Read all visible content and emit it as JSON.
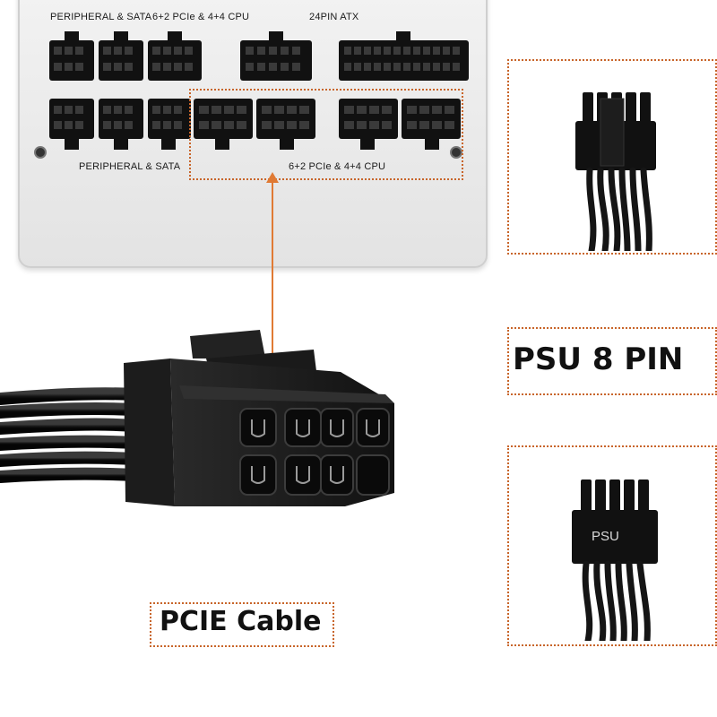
{
  "psu": {
    "top_labels": [
      "PERIPHERAL & SATA",
      "6+2 PCIe & 4+4 CPU",
      "24PIN ATX"
    ],
    "bottom_labels": [
      "PERIPHERAL & SATA",
      "6+2 PCIe & 4+4 CPU"
    ]
  },
  "captions": {
    "pcie_cable": "PCIE Cable",
    "psu_8pin": "PSU 8 PIN"
  },
  "connector_label": "PSU",
  "colors": {
    "accent_dotted": "#c8652a",
    "arrow": "#e07a34",
    "plastic": "#111111"
  }
}
